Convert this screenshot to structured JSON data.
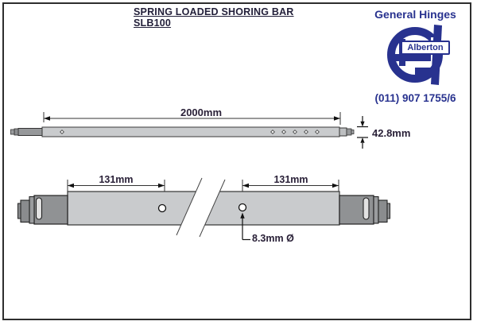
{
  "title": {
    "line1": "SPRING LOADED SHORING BAR",
    "line2": "SLB100"
  },
  "logo": {
    "company": "General Hinges",
    "badge": "Alberton",
    "phone": "(011) 907 1755/6"
  },
  "dims": {
    "overall_length": "2000mm",
    "bar_height": "42.8mm",
    "left_hole_offset": "131mm",
    "right_hole_offset": "131mm",
    "hole_diameter": "8.3mm Ø"
  },
  "colors": {
    "logo_navy": "#28328f",
    "dim_text": "#2a2138",
    "bar_fill": "#c9cbcd",
    "sleeve_fill": "#909294",
    "line": "#333333"
  }
}
